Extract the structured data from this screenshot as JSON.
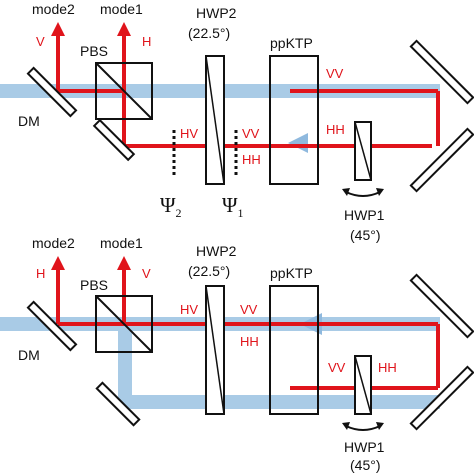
{
  "colors": {
    "red_beam": "#e0141b",
    "blue_beam": "#a9cbe6",
    "blue_arrow": "#8fb9de",
    "ink": "#111111",
    "background": "#ffffff"
  },
  "panel_a": {
    "mode2": "mode2",
    "mode1": "mode1",
    "mode2_pol": "V",
    "mode1_pol": "H",
    "pbs": "PBS",
    "dm": "DM",
    "hwp2_name": "HWP2",
    "hwp2_angle": "(22.5°)",
    "ppktp": "ppKTP",
    "hwp1_name": "HWP1",
    "hwp1_angle": "(45°)",
    "hv": "HV",
    "vv_left": "VV",
    "hh_left": "HH",
    "vv_right": "VV",
    "hh_right": "HH",
    "psi2": "Ψ",
    "psi2_sub": "2",
    "psi1": "Ψ",
    "psi1_sub": "1"
  },
  "panel_b": {
    "mode2": "mode2",
    "mode1": "mode1",
    "mode2_pol": "H",
    "mode1_pol": "V",
    "pbs": "PBS",
    "dm": "DM",
    "hwp2_name": "HWP2",
    "hwp2_angle": "(22.5°)",
    "ppktp": "ppKTP",
    "hwp1_name": "HWP1",
    "hwp1_angle": "(45°)",
    "hv": "HV",
    "vv_top": "VV",
    "hh_mid": "HH",
    "vv_right": "VV",
    "hh_right": "HH"
  }
}
